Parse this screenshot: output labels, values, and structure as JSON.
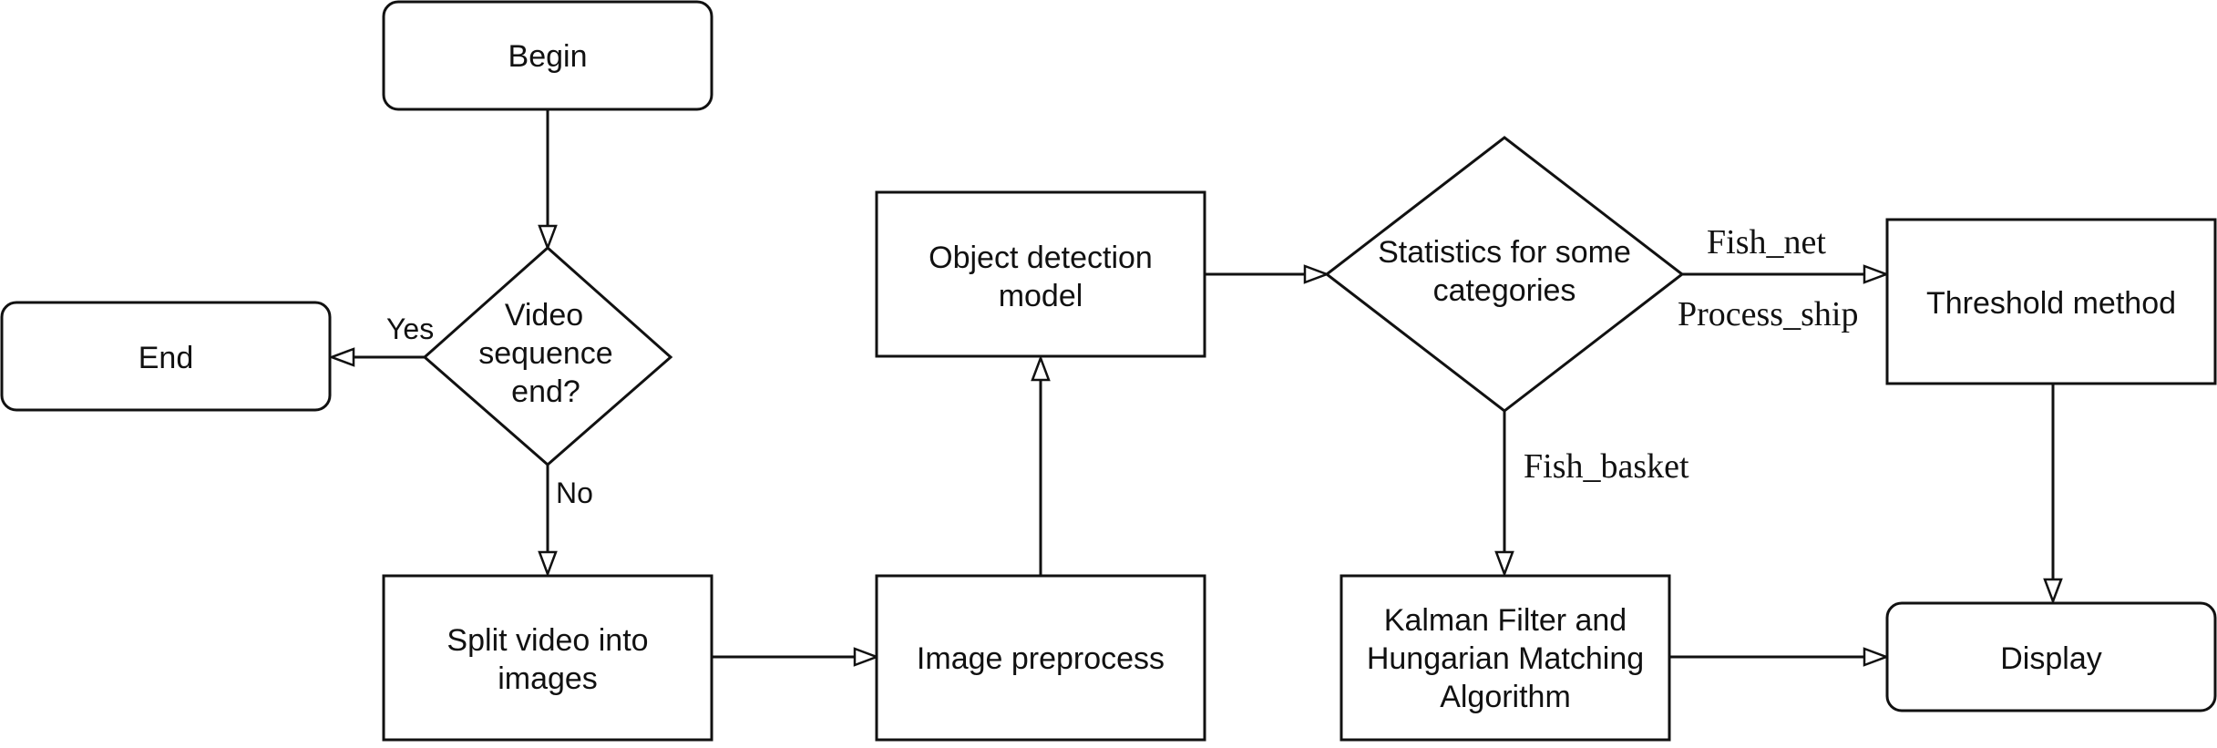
{
  "nodes": {
    "begin": "Begin",
    "end": "End",
    "decision": [
      "Video",
      "sequence",
      "end?"
    ],
    "split": [
      "Split video into",
      "images"
    ],
    "preprocess": "Image preprocess",
    "detection": [
      "Object detection",
      "model"
    ],
    "statistics": [
      "Statistics for some",
      "categories"
    ],
    "threshold": "Threshold method",
    "kalman": [
      "Kalman Filter and",
      "Hungarian Matching",
      "Algorithm"
    ],
    "display": "Display"
  },
  "edge_labels": {
    "yes": "Yes",
    "no": "No",
    "fish_net": "Fish_net",
    "process_ship": "Process_ship",
    "fish_basket": "Fish_basket"
  },
  "colors": {
    "stroke": "#111111",
    "fill": "#ffffff"
  }
}
